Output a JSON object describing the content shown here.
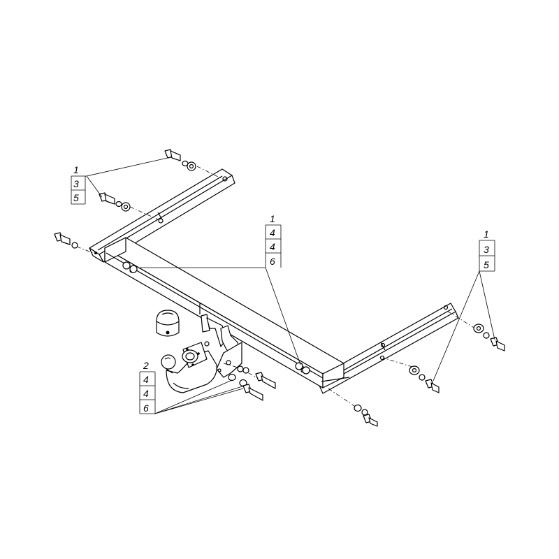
{
  "callouts": {
    "top_left": [
      "1",
      "3",
      "5"
    ],
    "center": [
      "1",
      "4",
      "4",
      "6"
    ],
    "right": [
      "1",
      "3",
      "5"
    ],
    "bottom_left": [
      "2",
      "4",
      "4",
      "6"
    ]
  }
}
